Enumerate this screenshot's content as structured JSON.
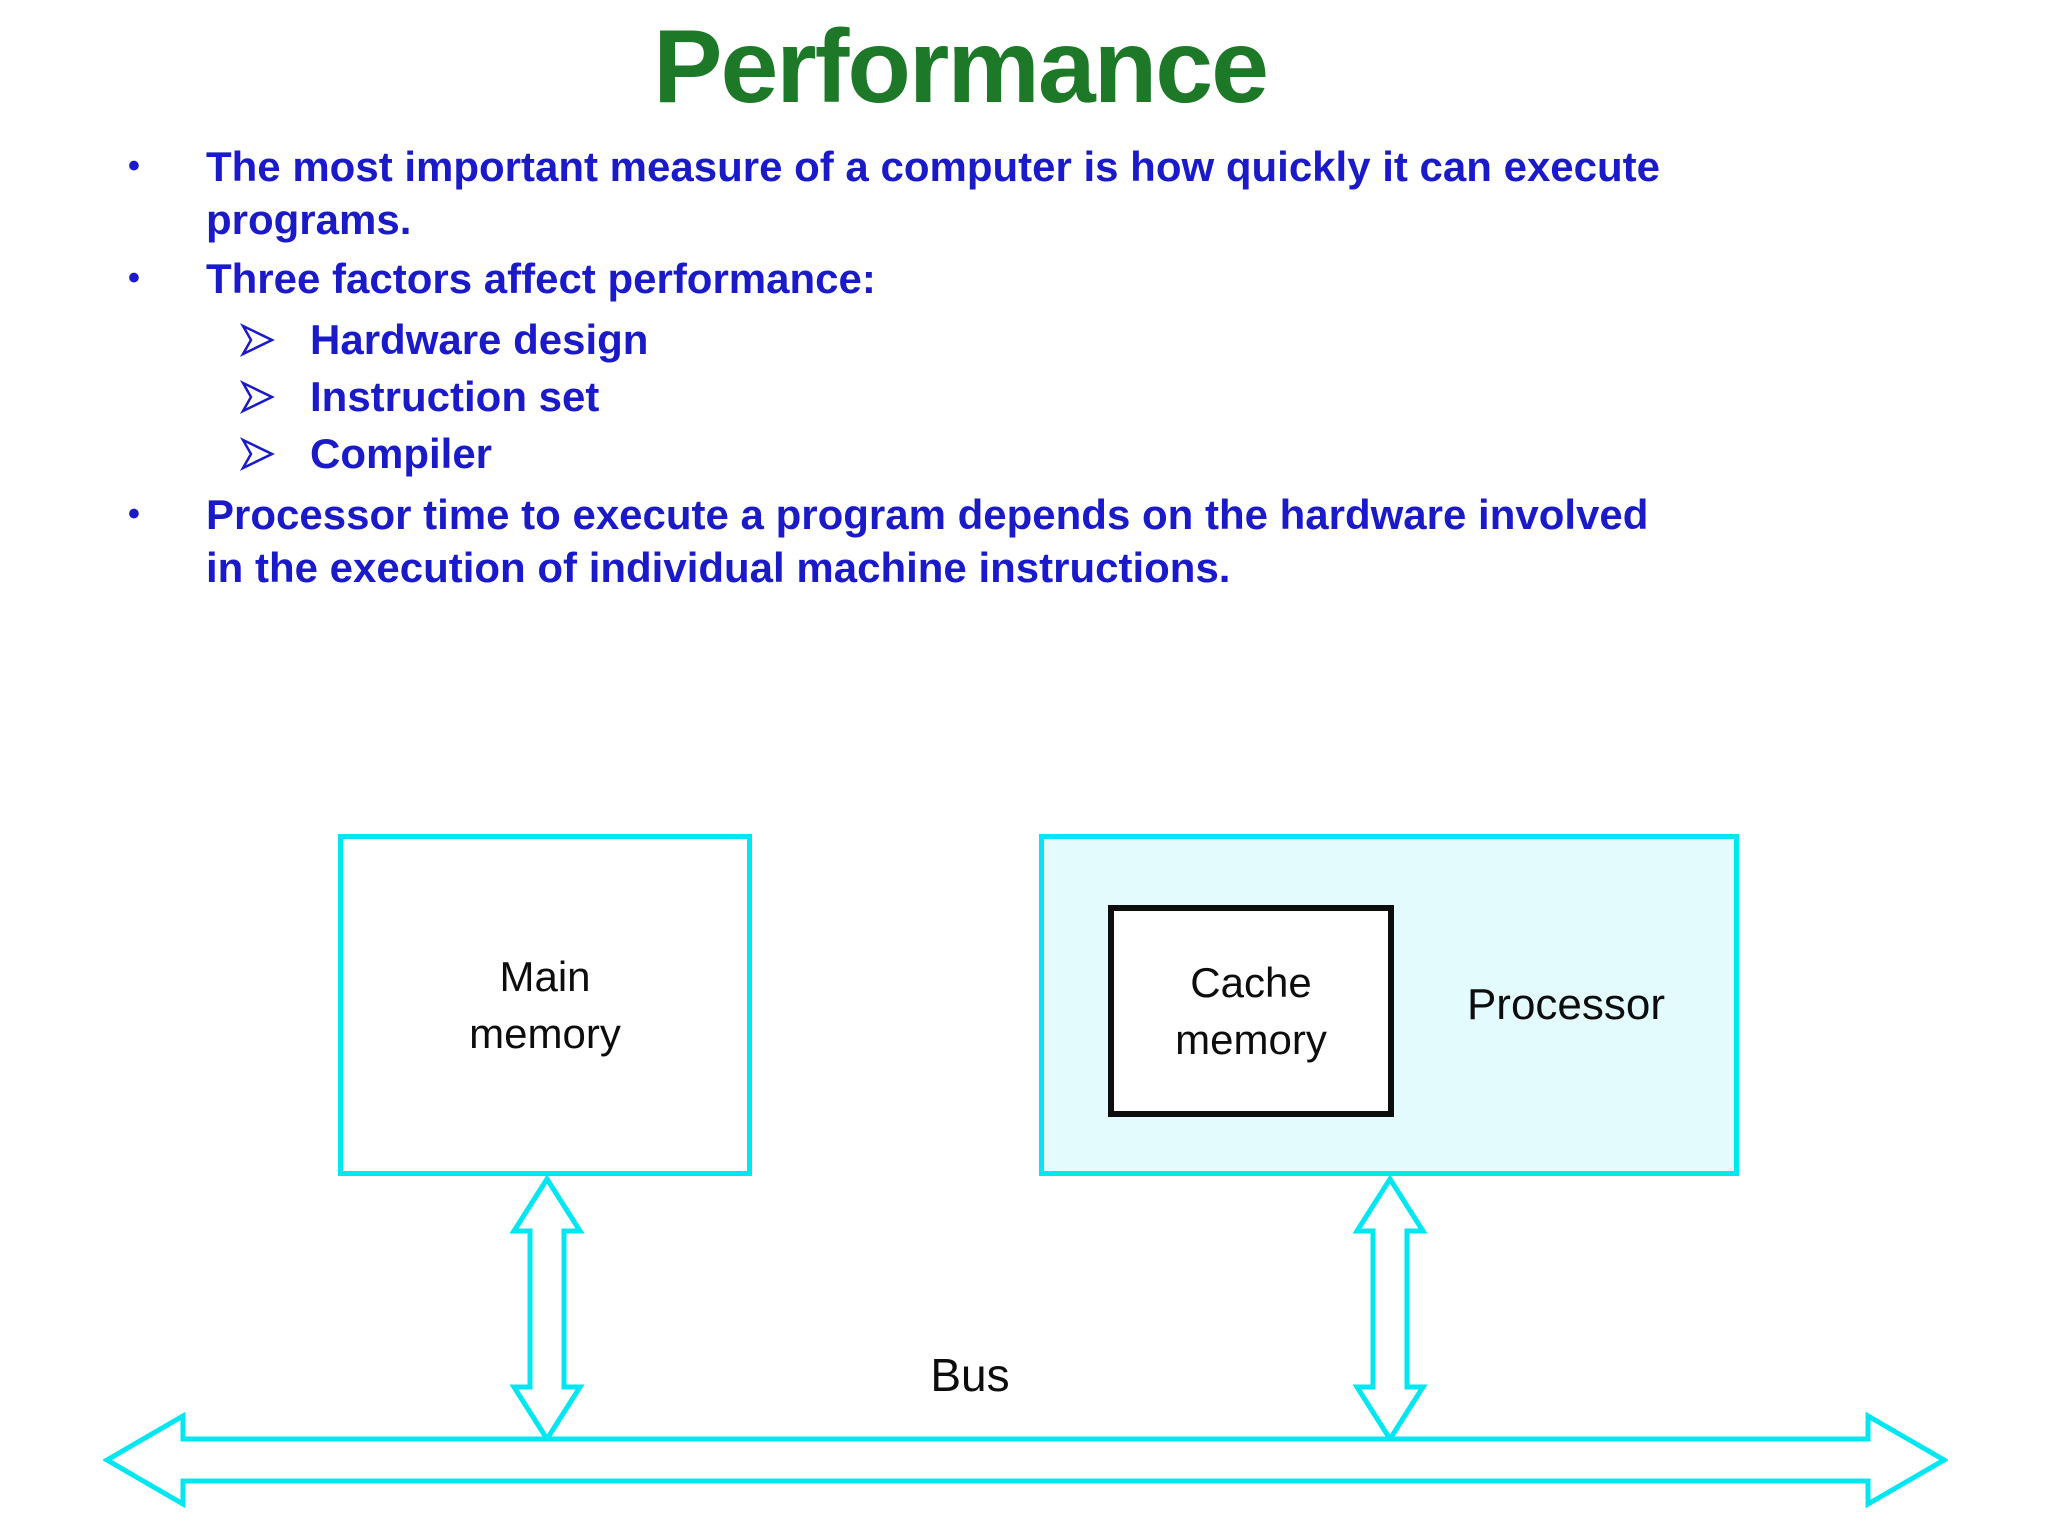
{
  "title": "Performance",
  "bullets": {
    "b1": {
      "marker": "•",
      "lines": [
        "The most important measure of a computer is how quickly it can execute",
        "programs."
      ]
    },
    "b2": {
      "marker": "•",
      "lines": [
        "Three factors affect performance:"
      ]
    },
    "s1": {
      "lines": [
        "Hardware design"
      ]
    },
    "s2": {
      "lines": [
        "Instruction set"
      ]
    },
    "s3": {
      "lines": [
        "Compiler"
      ]
    },
    "b3": {
      "marker": "•",
      "lines": [
        "Processor time to execute a program depends on the hardware involved",
        "in the execution of individual machine instructions."
      ]
    }
  },
  "diagram": {
    "main_memory_label": "Main\nmemory",
    "cache_memory_label": "Cache\nmemory",
    "processor_label": "Processor",
    "bus_label": "Bus"
  },
  "colors": {
    "title_green": "#1d7828",
    "text_blue": "#1a1ac8",
    "diagram_cyan": "#00e7f2",
    "processor_fill": "#e3fbfd",
    "label_black": "#0d0d0d"
  }
}
